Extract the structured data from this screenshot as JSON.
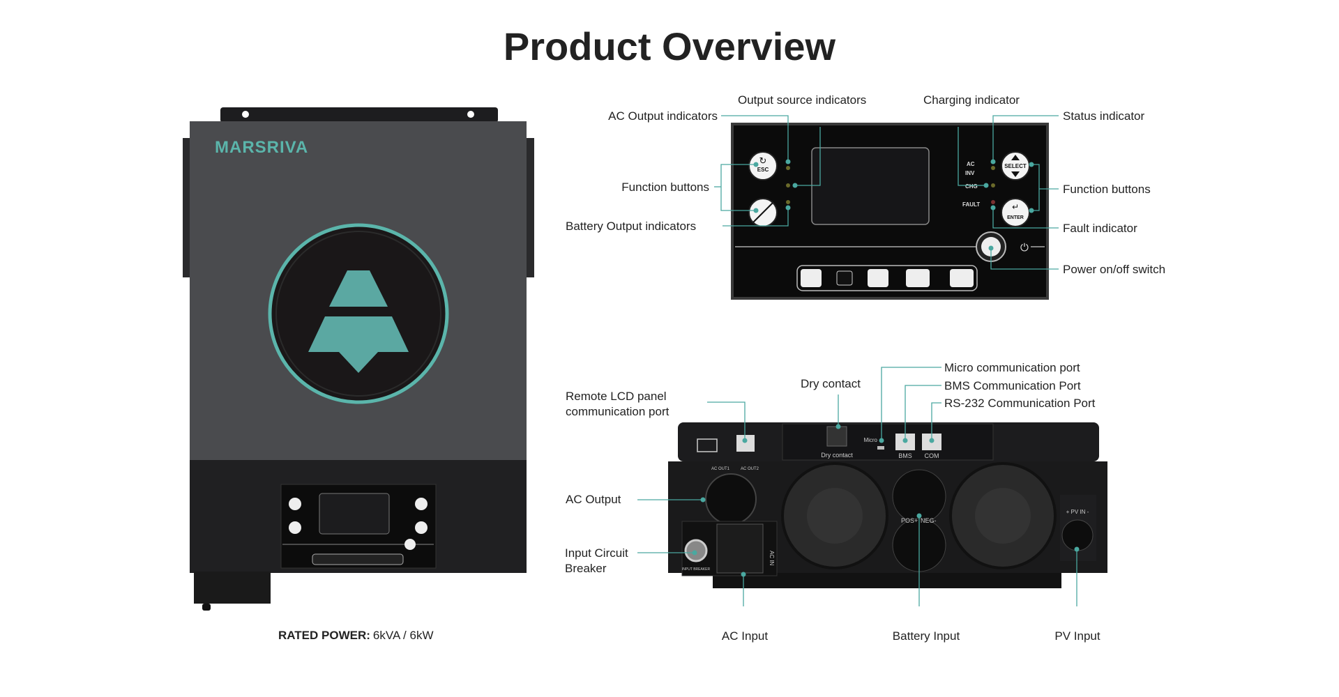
{
  "title": "Product Overview",
  "brand": "MARSRIVA",
  "rated_power": {
    "label": "RATED POWER:",
    "value": "6kVA / 6kW"
  },
  "front_panel": {
    "labels": {
      "ac_output_indicators": "AC Output indicators",
      "output_source_indicators": "Output source indicators",
      "charging_indicator": "Charging indicator",
      "status_indicator": "Status indicator",
      "function_buttons_left": "Function buttons",
      "function_buttons_right": "Function buttons",
      "battery_output_indicators": "Battery Output indicators",
      "fault_indicator": "Fault indicator",
      "power_switch": "Power on/off switch"
    },
    "panel_text": {
      "esc": "ESC",
      "select": "SELECT",
      "enter": "ENTER",
      "ac": "AC",
      "inv": "INV",
      "chg": "CHG",
      "fault": "FAULT"
    }
  },
  "bottom_panel": {
    "labels": {
      "remote_lcd_1": "Remote LCD panel",
      "remote_lcd_2": "communication port",
      "dry_contact": "Dry contact",
      "micro_port": "Micro communication port",
      "bms_port": "BMS Communication Port",
      "rs232_port": "RS-232 Communication Port",
      "ac_output": "AC Output",
      "input_breaker_1": "Input Circuit",
      "input_breaker_2": "Breaker",
      "ac_input": "AC Input",
      "battery_input": "Battery Input",
      "pv_input": "PV Input"
    },
    "device_text": {
      "dry": "Dry contact",
      "micro": "Micro",
      "bms": "BMS",
      "com": "COM",
      "acout1": "AC OUT1",
      "acout2": "AC OUT2",
      "pos": "POS+",
      "neg": "NEG-",
      "pvin": "+ PV IN -",
      "acin": "AC IN",
      "breaker": "INPUT BREAKER"
    }
  }
}
